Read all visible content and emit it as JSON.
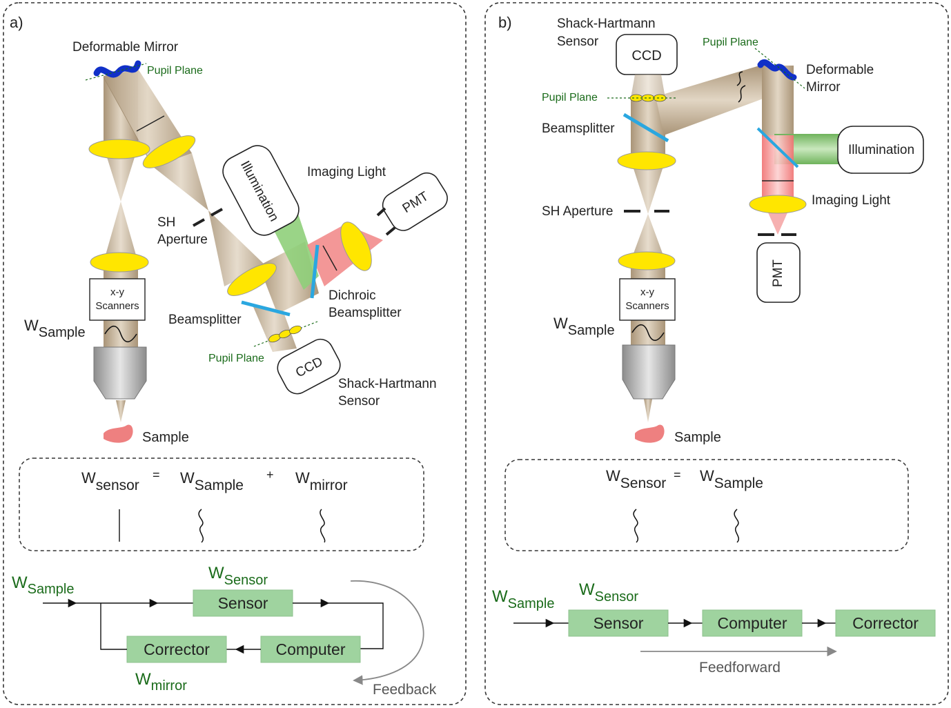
{
  "colors": {
    "beam": "#c8b79d",
    "lens": "#ffe600",
    "mirror": "#1030c8",
    "splitter": "#2aa7e0",
    "illumination_beam": "#8fcf7a",
    "imaging_beam": "#f58f8f",
    "pupil_plane": "#1a6b1a",
    "block_fill": "#9fd39f",
    "sample": "#ee8080",
    "objective": "#a8a8a8",
    "arrow_gray": "#888888"
  },
  "panel_a": {
    "label": "a)",
    "deformable_mirror": "Deformable Mirror",
    "pupil_plane_top": "Pupil Plane",
    "sh_aperture_1": "SH",
    "sh_aperture_2": "Aperture",
    "illumination": "Illumination",
    "imaging_light": "Imaging Light",
    "pmt": "PMT",
    "scanners_1": "x-y",
    "scanners_2": "Scanners",
    "w_main": "W",
    "w_sub": "Sample",
    "beamsplitter": "Beamsplitter",
    "dichroic_1": "Dichroic",
    "dichroic_2": "Beamsplitter",
    "pupil_plane_bottom": "Pupil Plane",
    "ccd": "CCD",
    "shack_1": "Shack-Hartmann",
    "shack_2": "Sensor",
    "sample": "Sample",
    "equation": {
      "w1": "W",
      "w1_sub": "sensor",
      "eq": "=",
      "w2": "W",
      "w2_sub": "Sample",
      "plus": "+",
      "w3": "W",
      "w3_sub": "mirror"
    },
    "flow": {
      "input_w": "W",
      "input_sub": "Sample",
      "sensor_w": "W",
      "sensor_sub": "Sensor",
      "sensor_block": "Sensor",
      "corrector_block": "Corrector",
      "computer_block": "Computer",
      "mirror_w": "W",
      "mirror_sub": "mirror",
      "feedback": "Feedback"
    }
  },
  "panel_b": {
    "label": "b)",
    "shack_1": "Shack-Hartmann",
    "shack_2": "Sensor",
    "ccd": "CCD",
    "pupil_plane_top": "Pupil Plane",
    "pupil_plane_left": "Pupil Plane",
    "deformable_1": "Deformable",
    "deformable_2": "Mirror",
    "beamsplitter": "Beamsplitter",
    "illumination": "Illumination",
    "sh_aperture": "SH Aperture",
    "imaging_light": "Imaging Light",
    "pmt": "PMT",
    "scanners_1": "x-y",
    "scanners_2": "Scanners",
    "w_main": "W",
    "w_sub": "Sample",
    "sample": "Sample",
    "equation": {
      "w1": "W",
      "w1_sub": "Sensor",
      "eq": "=",
      "w2": "W",
      "w2_sub": "Sample"
    },
    "flow": {
      "input_w": "W",
      "input_sub": "Sample",
      "sensor_w": "W",
      "sensor_sub": "Sensor",
      "sensor_block": "Sensor",
      "computer_block": "Computer",
      "corrector_block": "Corrector",
      "feedforward": "Feedforward"
    }
  }
}
